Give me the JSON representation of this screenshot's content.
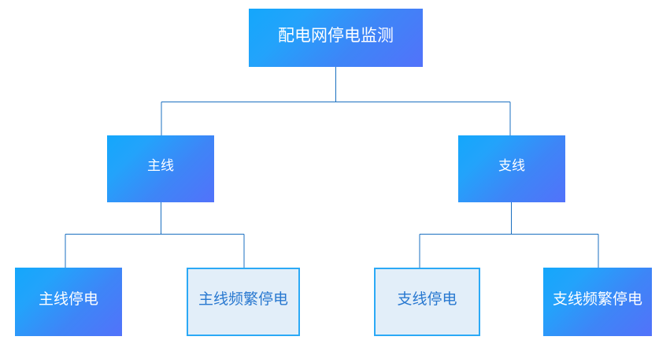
{
  "diagram": {
    "title": "配电网停电监测",
    "type": "tree",
    "orientation": "top-down",
    "levels": 3,
    "colors": {
      "background": "#FFFFFF",
      "filled_gradient_start": "#14A7FB",
      "filled_gradient_end": "#5272FA",
      "filled_text": "#FFFFFF",
      "outlined_fill": "#E2EEF9",
      "outlined_border": "#2BA9F6",
      "outlined_text": "#2878D0",
      "connector_line": "#1A6FC0"
    },
    "nodes": {
      "root": {
        "label": "配电网停电监测",
        "style": "filled"
      },
      "level2": [
        {
          "id": "main-line",
          "label": "主线",
          "style": "filled"
        },
        {
          "id": "branch-line",
          "label": "支线",
          "style": "filled"
        }
      ],
      "level3": [
        {
          "id": "main-outage",
          "label": "主线停电",
          "style": "filled",
          "parent": "main-line"
        },
        {
          "id": "main-frequent-outage",
          "label": "主线频繁停电",
          "style": "outlined",
          "parent": "main-line"
        },
        {
          "id": "branch-outage",
          "label": "支线停电",
          "style": "outlined",
          "parent": "branch-line"
        },
        {
          "id": "branch-frequent-outage",
          "label": "支线频繁停电",
          "style": "filled",
          "parent": "branch-line"
        }
      ]
    }
  }
}
